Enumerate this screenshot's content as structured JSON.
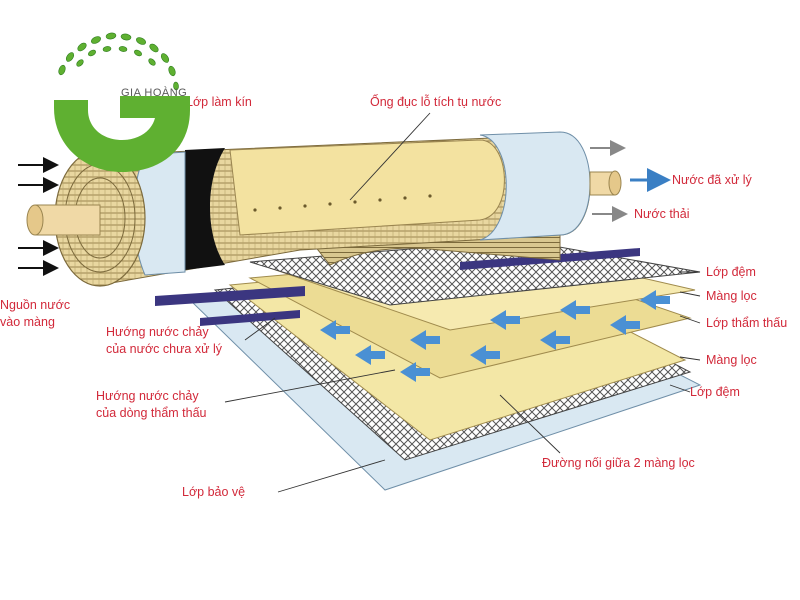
{
  "logo": {
    "brand_text": "GIA HOÀNG",
    "green": "#5fb031",
    "dark_green": "#2e7d1f"
  },
  "labels": {
    "sealing_layer": "Lớp làm kín",
    "perforated_tube": "Ống đục lỗ tích tụ nước",
    "clean_water": "Nước đã xử lý",
    "waste_water": "Nước thải",
    "spacer_top": "Lớp đệm",
    "membrane_top": "Màng lọc",
    "permeate_layer": "Lớp thẩm thấu",
    "membrane_bottom": "Màng lọc",
    "spacer_bottom": "Lớp đệm",
    "seam": "Đường nối giữa 2 màng lọc",
    "protective_layer": "Lớp bảo vệ",
    "source_water_line1": "Nguồn nước",
    "source_water_line2": "vào màng",
    "feed_flow_line1": "Hướng nước chảy",
    "feed_flow_line2": "của nước chưa xử lý",
    "permeate_flow_line1": "Hướng nước chảy",
    "permeate_flow_line2": "của dòng thẩm thấu"
  },
  "colors": {
    "label_red": "#d2293a",
    "leader_line": "#333333",
    "flow_arrow_blue": "#3a7fc4",
    "membrane_yellow": "#f3e7a6",
    "protective_blue": "#d9e8f2",
    "spacer_purple": "#3b3680",
    "tube_tan": "#f0d9a6"
  }
}
